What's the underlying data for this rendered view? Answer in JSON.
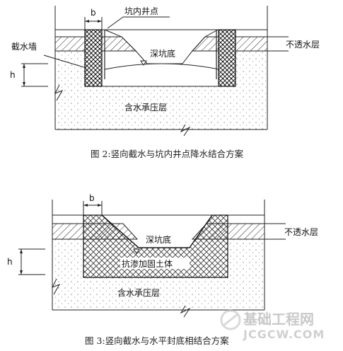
{
  "figure2": {
    "label_b": "b",
    "label_h": "h",
    "label_wellpoint": "坑内井点",
    "label_cutoff_wall": "截水墙",
    "label_pit_bottom": "深坑底",
    "label_impermeable": "不透水层",
    "label_aquifer": "含水承压层",
    "caption": "图 2:竖向截水与坑内井点降水结合方案"
  },
  "figure3": {
    "label_b": "b",
    "label_h": "h",
    "label_pit_bottom": "深坑底",
    "label_impermeable": "不透水层",
    "label_grouted_soil": "抗渗加固土体",
    "label_aquifer": "含水承压层",
    "caption": "图 3:竖向截水与水平封底相结合方案"
  },
  "watermark": {
    "name": "基础工程网",
    "url": "JCGCW.COM"
  }
}
